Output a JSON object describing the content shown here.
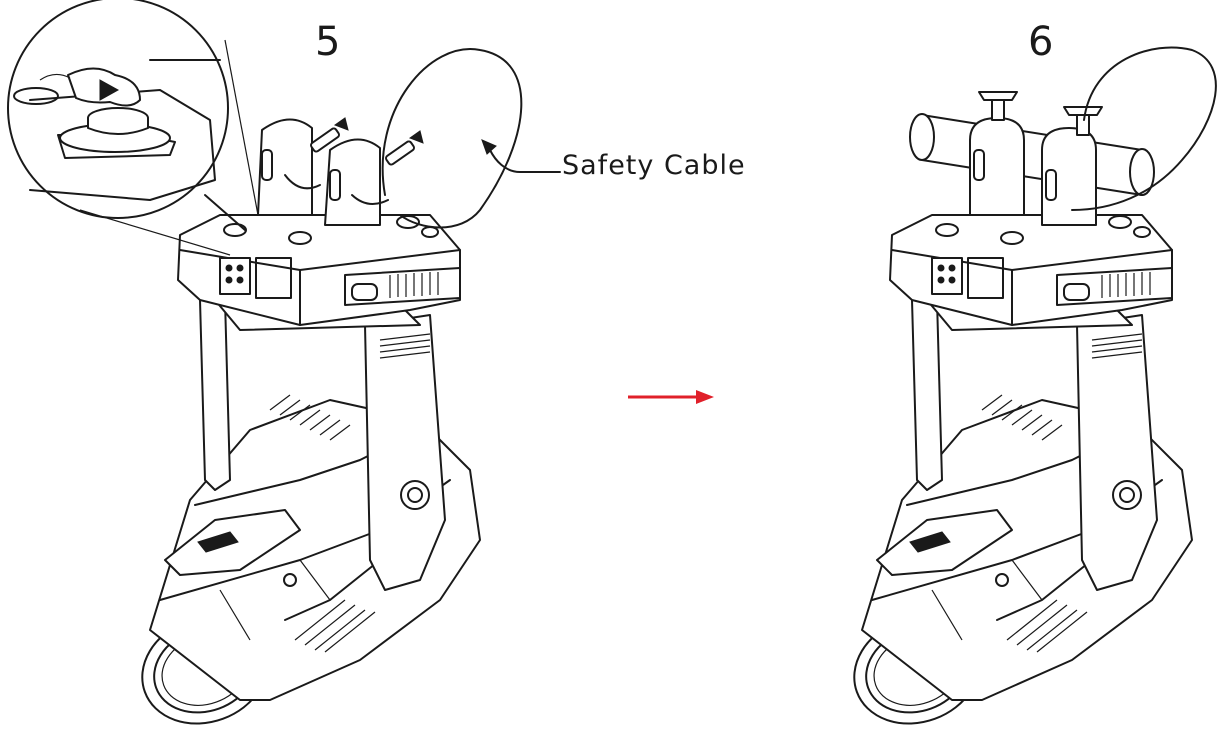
{
  "steps": [
    {
      "number": "5"
    },
    {
      "number": "6"
    }
  ],
  "callout": {
    "label": "Safety Cable"
  },
  "colors": {
    "line": "#1a1a1a",
    "arrow": "#e0202a",
    "background": "#ffffff"
  },
  "icons": {
    "transition": "arrow-right-icon",
    "magnifier": "zoom-detail-icon"
  }
}
